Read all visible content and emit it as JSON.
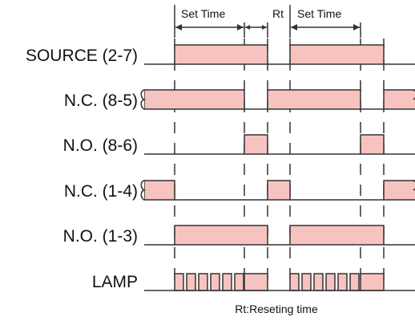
{
  "colors": {
    "fill": "#f6c3c0",
    "stroke": "#333333",
    "text": "#111111"
  },
  "header": {
    "set_time_1": "Set Time",
    "rt": "Rt",
    "set_time_2": "Set Time"
  },
  "rows": [
    {
      "id": "source",
      "label": "SOURCE  (2-7)"
    },
    {
      "id": "nc85",
      "label": "N.C.  (8-5)"
    },
    {
      "id": "no86",
      "label": "N.O.  (8-6)"
    },
    {
      "id": "nc14",
      "label": "N.C.  (1-4)"
    },
    {
      "id": "no13",
      "label": "N.O.  (1-3)"
    },
    {
      "id": "lamp",
      "label": "LAMP"
    }
  ],
  "footer": {
    "note": "Rt:Reseting time"
  }
}
